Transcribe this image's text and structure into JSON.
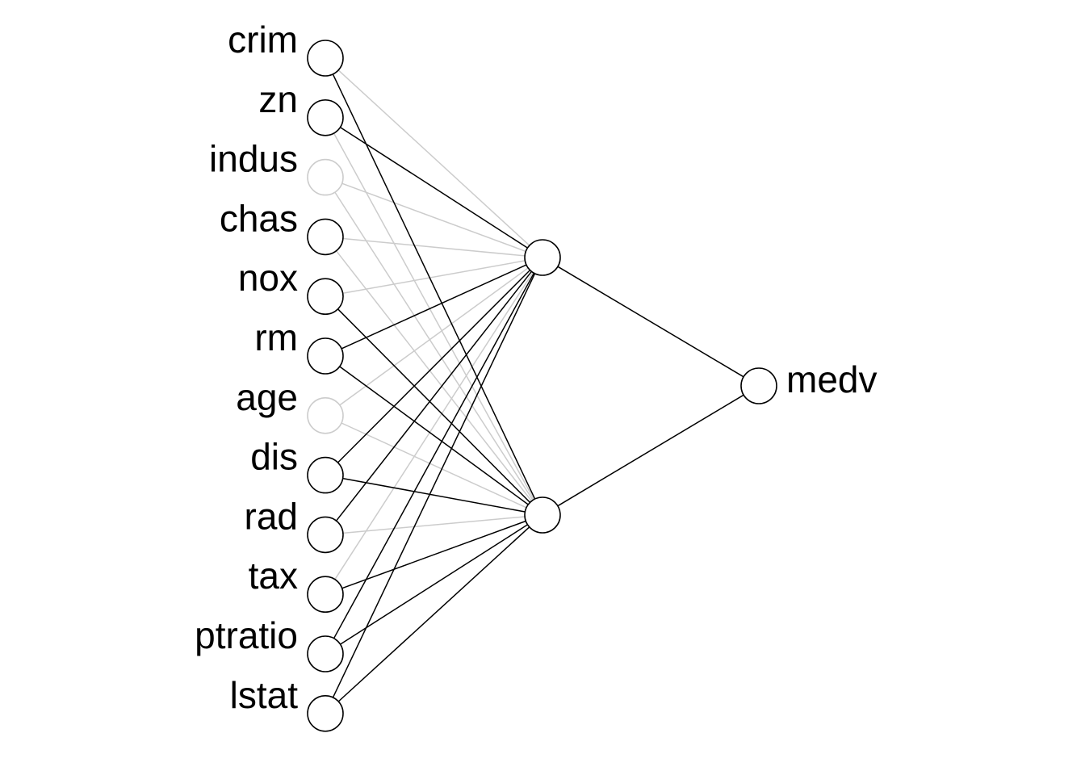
{
  "network": {
    "inputs": [
      {
        "id": "crim",
        "label": "crim",
        "active": true
      },
      {
        "id": "zn",
        "label": "zn",
        "active": true
      },
      {
        "id": "indus",
        "label": "indus",
        "active": false
      },
      {
        "id": "chas",
        "label": "chas",
        "active": true
      },
      {
        "id": "nox",
        "label": "nox",
        "active": true
      },
      {
        "id": "rm",
        "label": "rm",
        "active": true
      },
      {
        "id": "age",
        "label": "age",
        "active": false
      },
      {
        "id": "dis",
        "label": "dis",
        "active": true
      },
      {
        "id": "rad",
        "label": "rad",
        "active": true
      },
      {
        "id": "tax",
        "label": "tax",
        "active": true
      },
      {
        "id": "ptratio",
        "label": "ptratio",
        "active": true
      },
      {
        "id": "lstat",
        "label": "lstat",
        "active": true
      }
    ],
    "hidden": [
      "h1",
      "h2"
    ],
    "output": {
      "id": "medv",
      "label": "medv"
    },
    "edges": [
      {
        "from": "crim",
        "to": "h1",
        "strength": "weak"
      },
      {
        "from": "crim",
        "to": "h2",
        "strength": "strong"
      },
      {
        "from": "zn",
        "to": "h1",
        "strength": "strong"
      },
      {
        "from": "zn",
        "to": "h2",
        "strength": "weak"
      },
      {
        "from": "indus",
        "to": "h1",
        "strength": "weak"
      },
      {
        "from": "indus",
        "to": "h2",
        "strength": "weak"
      },
      {
        "from": "chas",
        "to": "h1",
        "strength": "weak"
      },
      {
        "from": "chas",
        "to": "h2",
        "strength": "weak"
      },
      {
        "from": "nox",
        "to": "h1",
        "strength": "weak"
      },
      {
        "from": "nox",
        "to": "h2",
        "strength": "strong"
      },
      {
        "from": "rm",
        "to": "h1",
        "strength": "strong"
      },
      {
        "from": "rm",
        "to": "h2",
        "strength": "strong"
      },
      {
        "from": "age",
        "to": "h1",
        "strength": "weak"
      },
      {
        "from": "age",
        "to": "h2",
        "strength": "weak"
      },
      {
        "from": "dis",
        "to": "h1",
        "strength": "strong"
      },
      {
        "from": "dis",
        "to": "h2",
        "strength": "strong"
      },
      {
        "from": "rad",
        "to": "h1",
        "strength": "strong"
      },
      {
        "from": "rad",
        "to": "h2",
        "strength": "weak"
      },
      {
        "from": "tax",
        "to": "h1",
        "strength": "weak"
      },
      {
        "from": "tax",
        "to": "h2",
        "strength": "strong"
      },
      {
        "from": "ptratio",
        "to": "h1",
        "strength": "strong"
      },
      {
        "from": "ptratio",
        "to": "h2",
        "strength": "strong"
      },
      {
        "from": "lstat",
        "to": "h1",
        "strength": "strong"
      },
      {
        "from": "lstat",
        "to": "h2",
        "strength": "strong"
      },
      {
        "from": "h1",
        "to": "medv",
        "strength": "strong"
      },
      {
        "from": "h2",
        "to": "medv",
        "strength": "strong"
      }
    ]
  },
  "colors": {
    "strong": "#000000",
    "weak": "#cccccc",
    "background": "#ffffff"
  }
}
